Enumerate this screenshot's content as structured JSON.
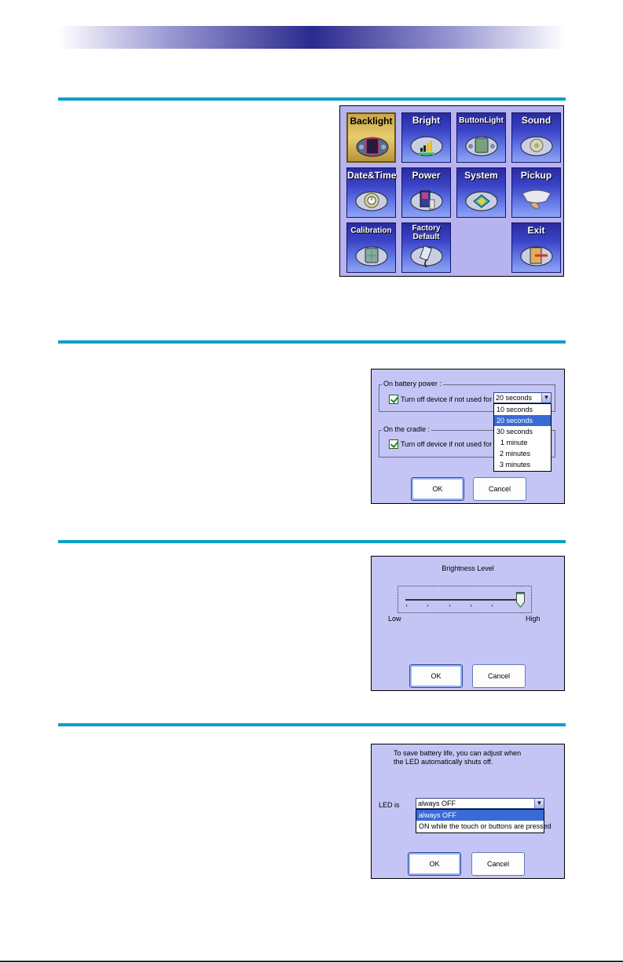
{
  "menu": {
    "tiles": [
      {
        "label": "Backlight",
        "active": true
      },
      {
        "label": "Bright"
      },
      {
        "label": "ButtonLight"
      },
      {
        "label": "Sound"
      },
      {
        "label": "Date&Time"
      },
      {
        "label": "Power"
      },
      {
        "label": "System"
      },
      {
        "label": "Pickup"
      },
      {
        "label": "Calibration"
      },
      {
        "label": "Factory Default"
      },
      {
        "label": "Exit"
      }
    ]
  },
  "power_dialog": {
    "battery_group": "On battery power :",
    "battery_checkbox_label": "Turn off device if not used for",
    "battery_value": "20 seconds",
    "cradle_group": "On the cradle :",
    "cradle_checkbox_label": "Turn off device if not used for",
    "options": [
      "10 seconds",
      "20 seconds",
      "30 seconds",
      "1 minute",
      "2 minutes",
      "3 minutes"
    ],
    "selected_index": 1,
    "ok": "OK",
    "cancel": "Cancel"
  },
  "bright_dialog": {
    "title": "Brightness Level",
    "low": "Low",
    "high": "High",
    "level": 1.0,
    "ok": "OK",
    "cancel": "Cancel"
  },
  "led_dialog": {
    "line1": "To save battery life, you can adjust when",
    "line2": "the LED automatically shuts off.",
    "led_label": "LED is",
    "value": "always OFF",
    "options": [
      "always OFF",
      "ON while the touch or buttons are pressed"
    ],
    "selected_index": 0,
    "ok": "OK",
    "cancel": "Cancel"
  },
  "colors": {
    "accent_rule": "#0aa0c6",
    "dialog_bg": "#c4c5f5",
    "selection": "#3a6ad6"
  }
}
